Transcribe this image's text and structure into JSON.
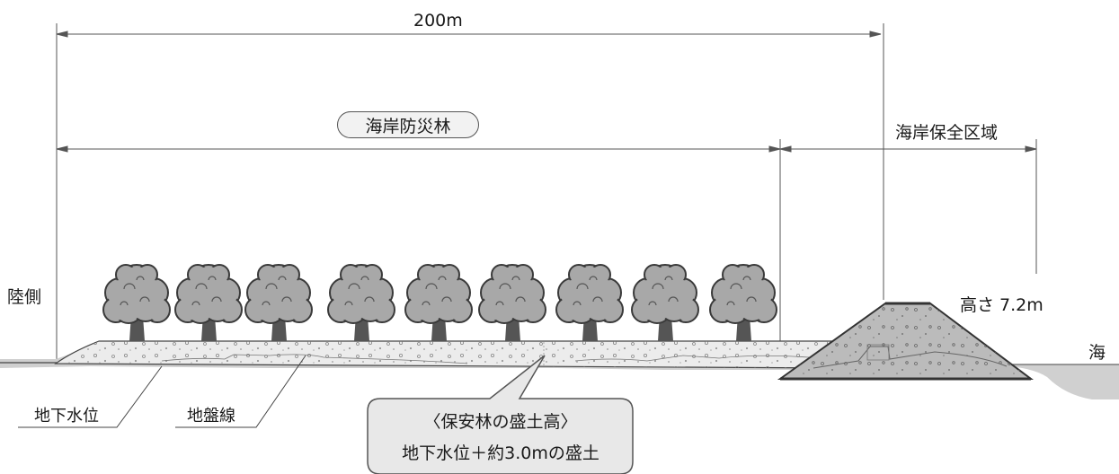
{
  "labels": {
    "total_width": "200m",
    "coastal_forest": "海岸防災林",
    "coastal_zone": "海岸保全区域",
    "land_side": "陸側",
    "sea": "海",
    "height": "高さ 7.2m",
    "groundwater": "地下水位",
    "ground_line": "地盤線"
  },
  "callout": {
    "line1": "〈保安林の盛土高〉",
    "line2": "地下水位＋約3.0mの盛土"
  },
  "colors": {
    "line": "#555555",
    "tree_fill": "#a9a9a9",
    "tree_dark": "#6e6e6e",
    "embankment": "#e9e9e9",
    "levee": "#b9b9b9",
    "callout_fill": "#e8e8e8"
  }
}
